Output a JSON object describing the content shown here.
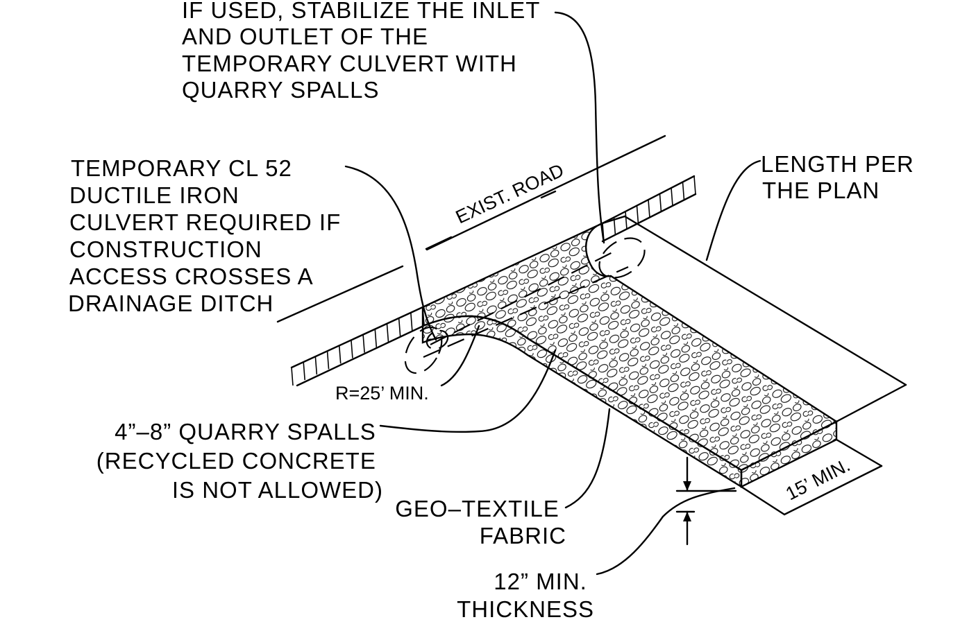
{
  "notes": {
    "inlet_outlet": [
      "IF USED, STABILIZE THE INLET",
      "AND OUTLET OF THE",
      "TEMPORARY CULVERT WITH",
      "QUARRY SPALLS"
    ],
    "culvert": [
      "TEMPORARY CL 52",
      "DUCTILE IRON",
      "CULVERT REQUIRED IF",
      "CONSTRUCTION",
      "ACCESS CROSSES A",
      "DRAINAGE DITCH"
    ],
    "length": [
      "LENGTH PER",
      "THE PLAN"
    ],
    "spalls": [
      "4”–8” QUARRY SPALLS",
      "(RECYCLED CONCRETE",
      "IS NOT ALLOWED)"
    ],
    "geotextile": [
      "GEO–TEXTILE",
      "FABRIC"
    ],
    "thickness": [
      "12” MIN.",
      "THICKNESS"
    ]
  },
  "labels": {
    "road": "EXIST. ROAD",
    "radius": "R=25’ MIN.",
    "width": "15’ MIN."
  }
}
